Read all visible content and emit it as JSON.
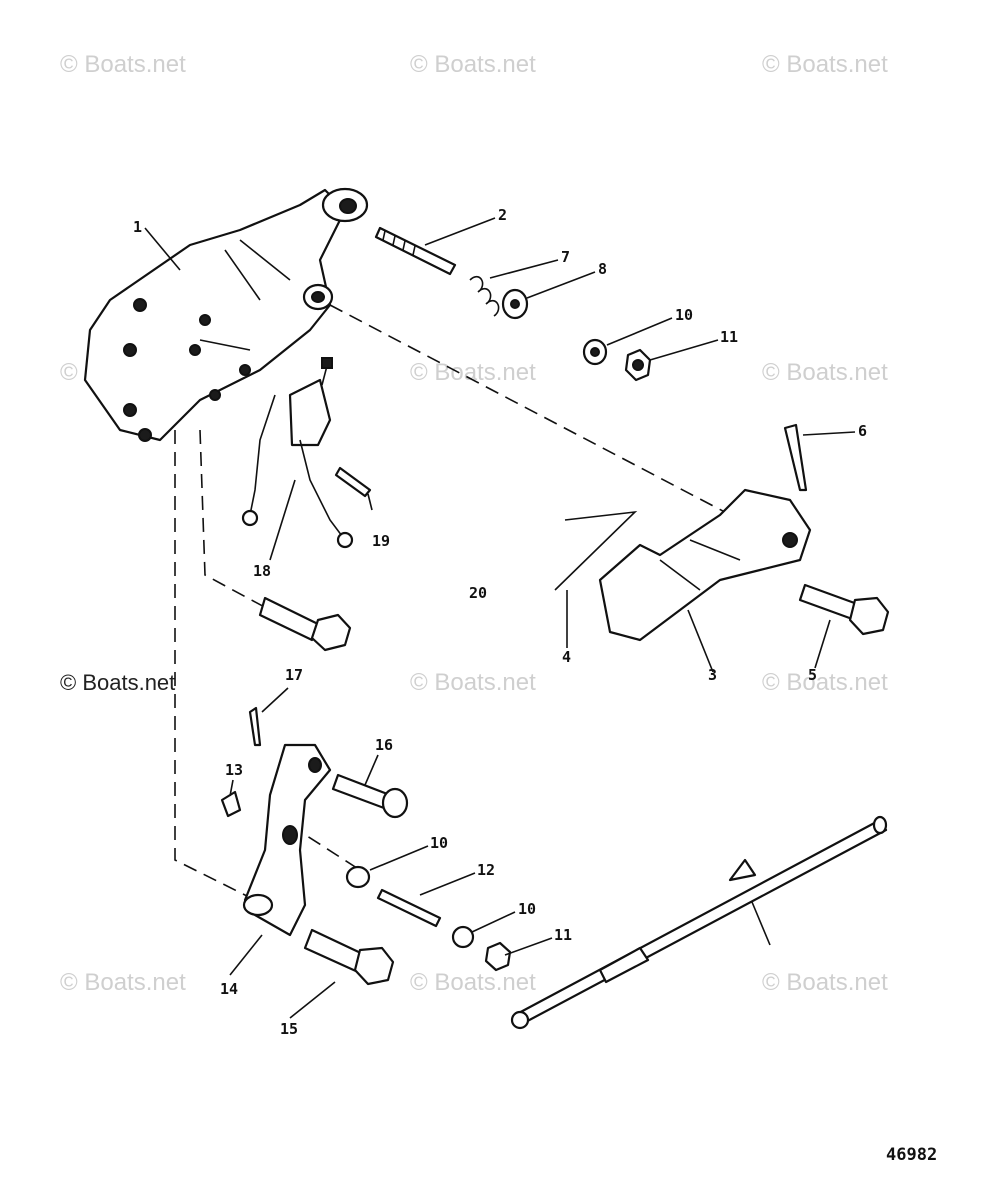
{
  "watermark": "© Boats.net",
  "figure_number": "46982",
  "callouts": [
    "1",
    "2",
    "7",
    "8",
    "10",
    "11",
    "6",
    "19",
    "18",
    "20",
    "4",
    "3",
    "5",
    "17",
    "16",
    "13",
    "10",
    "12",
    "10",
    "11",
    "14",
    "15"
  ]
}
